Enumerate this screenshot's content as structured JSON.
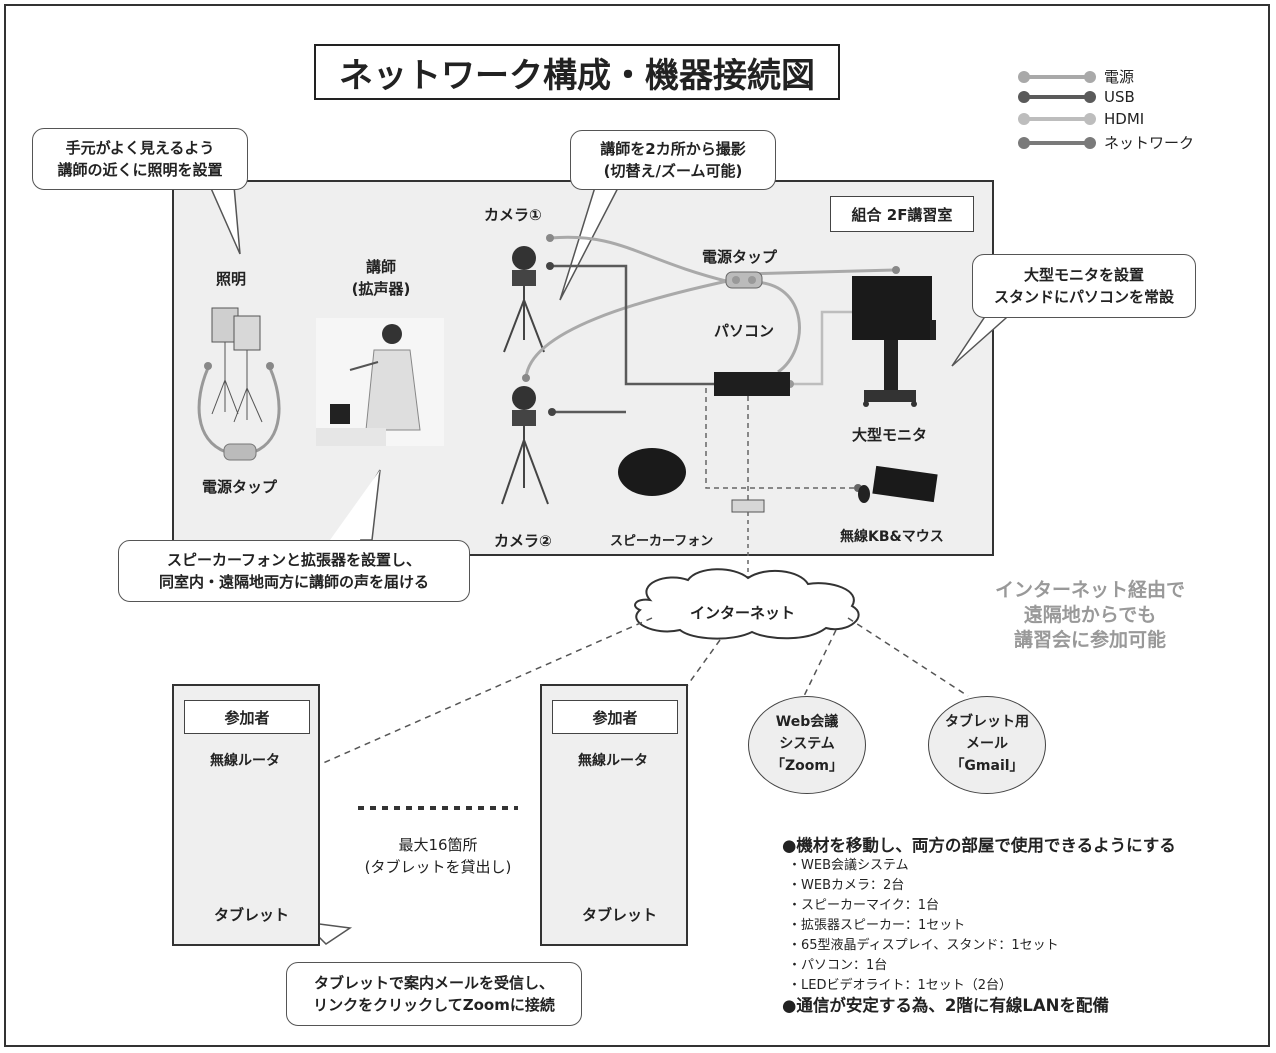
{
  "title": "ネットワーク構成・機器接続図",
  "legend": [
    {
      "label": "電源",
      "color": "#a9a9a9"
    },
    {
      "label": "USB",
      "color": "#5a5a5a"
    },
    {
      "label": "HDMI",
      "color": "#bdbdbd"
    },
    {
      "label": "ネットワーク",
      "color": "#7a7a7a"
    }
  ],
  "room_label": "組合 2F講習室",
  "devices": {
    "lighting": "照明",
    "lighting_tap": "電源タップ",
    "lecturer_line1": "講師",
    "lecturer_line2": "(拡声器)",
    "camera1": "カメラ①",
    "camera2": "カメラ②",
    "power_tap": "電源タップ",
    "pc": "パソコン",
    "speakerphone": "スピーカーフォン",
    "monitor": "大型モニタ",
    "keyboard": "無線KB&マウス"
  },
  "callouts": {
    "lighting": [
      "手元がよく見えるよう",
      "講師の近くに照明を設置"
    ],
    "camera": [
      "講師を2カ所から撮影",
      "(切替え/ズーム可能)"
    ],
    "monitor": [
      "大型モニタを設置",
      "スタンドにパソコンを常設"
    ],
    "speaker": [
      "スピーカーフォンと拡張器を設置し、",
      "同室内・遠隔地両方に講師の声を届ける"
    ],
    "tablet": [
      "タブレットで案内メールを受信し、",
      "リンクをクリックしてZoomに接続"
    ]
  },
  "internet": "インターネット",
  "remote_note": [
    "インターネット経由で",
    "遠隔地からでも",
    "講習会に参加可能"
  ],
  "participants": [
    {
      "title": "参加者",
      "router": "無線ルータ",
      "device": "タブレット"
    },
    {
      "title": "参加者",
      "router": "無線ルータ",
      "device": "タブレット"
    }
  ],
  "max_sites": [
    "最大16箇所",
    "(タブレットを貸出し)"
  ],
  "services": [
    [
      "Web会議",
      "システム",
      "「Zoom」"
    ],
    [
      "タブレット用",
      "メール",
      "「Gmail」"
    ]
  ],
  "notes": {
    "heading1": "●機材を移動し、両方の部屋で使用できるようにする",
    "items": [
      "・WEB会議システム",
      "・WEBカメラ：2台",
      "・スピーカーマイク：1台",
      "・拡張器スピーカー：1セット",
      "・65型液晶ディスプレイ、スタンド：1セット",
      "・パソコン：1台",
      "・LEDビデオライト：1セット（2台）"
    ],
    "heading2": "●通信が安定する為、2階に有線LANを配備"
  }
}
